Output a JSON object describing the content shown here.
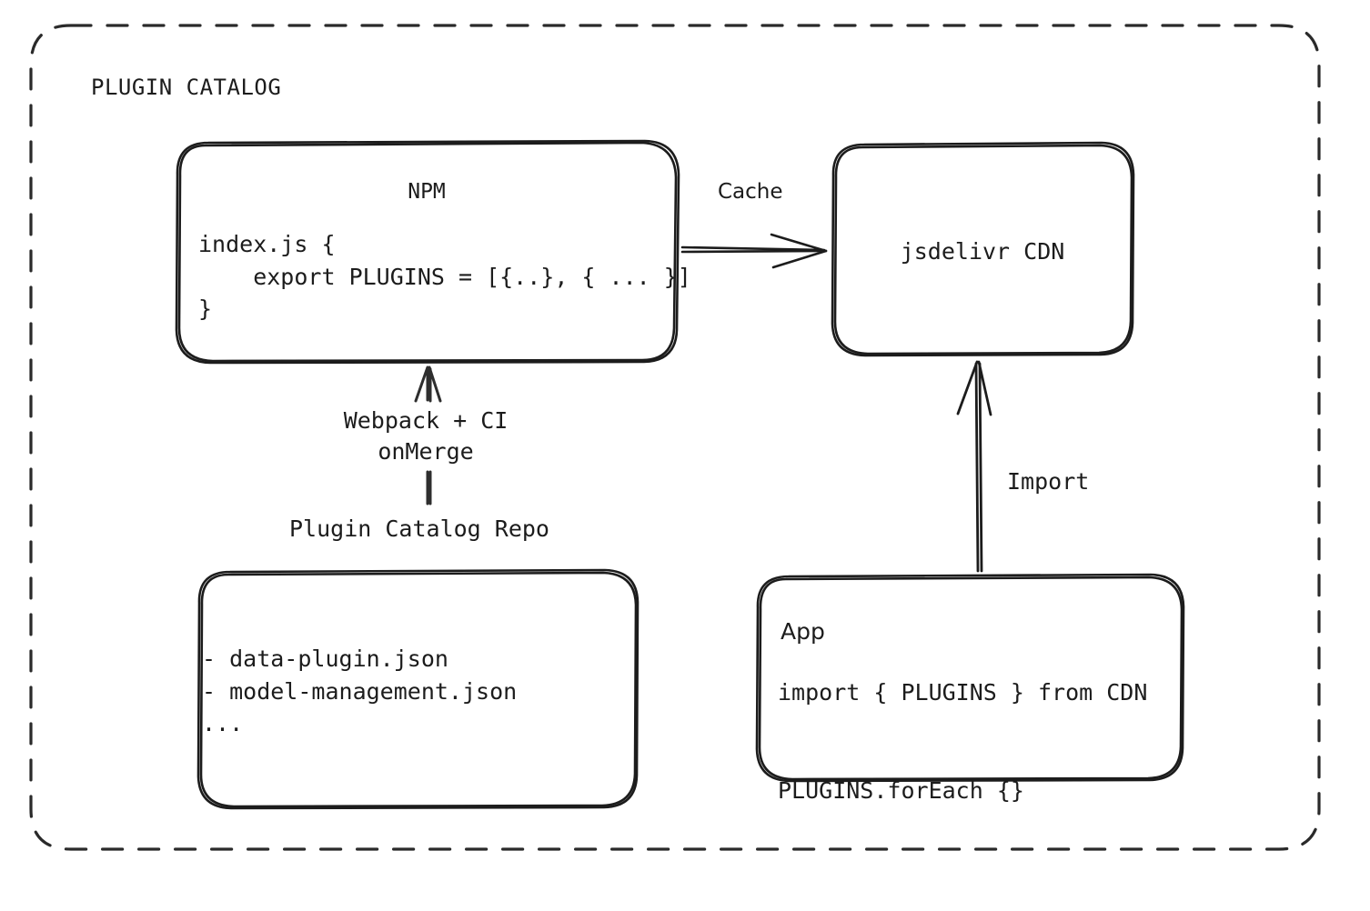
{
  "diagram": {
    "title": "PLUGIN CATALOG",
    "stroke_color": "#1c1c1c",
    "background_color": "#ffffff",
    "nodes": {
      "npm": {
        "title": "NPM",
        "code": "index.js {\n    export PLUGINS = [{..}, { ... }]\n}"
      },
      "cdn": {
        "title": "jsdelivr CDN"
      },
      "repo": {
        "caption": "Plugin Catalog Repo",
        "list": "- data-plugin.json\n- model-management.json\n..."
      },
      "app": {
        "title": "App",
        "code": "import { PLUGINS } from CDN\n\nPLUGINS.forEach {}"
      }
    },
    "edges": {
      "cache": "Cache",
      "build": "Webpack + CI\nonMerge",
      "import": "Import"
    }
  }
}
